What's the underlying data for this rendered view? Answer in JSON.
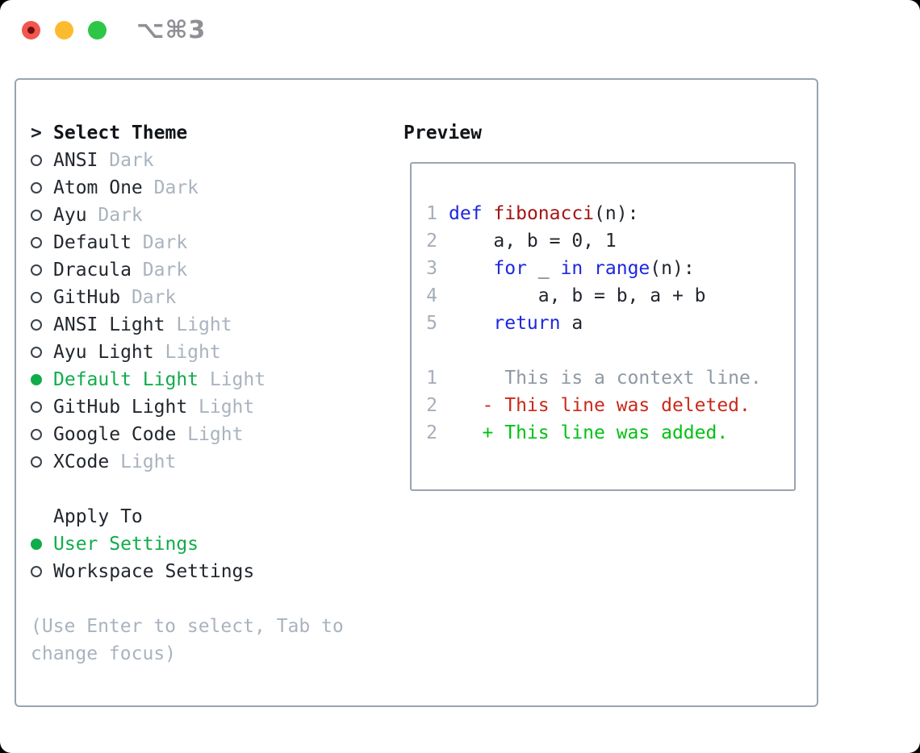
{
  "titlebar": {
    "title": "⌥⌘3",
    "lights": [
      {
        "name": "close",
        "color": "#f2564e",
        "dot_color": "#6d100d"
      },
      {
        "name": "minimize",
        "color": "#fcbb2f"
      },
      {
        "name": "zoom",
        "color": "#2ec646"
      }
    ]
  },
  "theme_list": {
    "rows": [
      {
        "marker": "prompt",
        "name": "Select Theme",
        "bold": true
      },
      {
        "marker": "open",
        "name": "ANSI",
        "suffix": "Dark"
      },
      {
        "marker": "open",
        "name": "Atom One",
        "suffix": "Dark"
      },
      {
        "marker": "open",
        "name": "Ayu",
        "suffix": "Dark"
      },
      {
        "marker": "open",
        "name": "Default",
        "suffix": "Dark"
      },
      {
        "marker": "open",
        "name": "Dracula",
        "suffix": "Dark"
      },
      {
        "marker": "open",
        "name": "GitHub",
        "suffix": "Dark"
      },
      {
        "marker": "open",
        "name": "ANSI Light",
        "suffix": "Light"
      },
      {
        "marker": "open",
        "name": "Ayu Light",
        "suffix": "Light"
      },
      {
        "marker": "filled",
        "name": "Default Light",
        "suffix": "Light",
        "selected": true
      },
      {
        "marker": "open",
        "name": "GitHub Light",
        "suffix": "Light"
      },
      {
        "marker": "open",
        "name": "Google Code",
        "suffix": "Light"
      },
      {
        "marker": "open",
        "name": "XCode",
        "suffix": "Light"
      },
      {
        "marker": "blank"
      },
      {
        "marker": "none",
        "name": "Apply To"
      },
      {
        "marker": "filled",
        "name": "User Settings",
        "selected": true
      },
      {
        "marker": "open",
        "name": "Workspace Settings"
      },
      {
        "marker": "blank"
      },
      {
        "text": "(Use Enter to select, Tab to"
      },
      {
        "text": "change focus)"
      }
    ]
  },
  "preview": {
    "label": "Preview",
    "lines": [
      {
        "ln": "1",
        "tokens": [
          [
            "def",
            "kw"
          ],
          [
            " ",
            "pl"
          ],
          [
            "fibonacci",
            "fn"
          ],
          [
            "(n):",
            "pl"
          ]
        ]
      },
      {
        "ln": "2",
        "tokens": [
          [
            "    a, b = 0, 1",
            "pl"
          ]
        ]
      },
      {
        "ln": "3",
        "tokens": [
          [
            "    ",
            "pl"
          ],
          [
            "for",
            "kw"
          ],
          [
            " _ ",
            "pl"
          ],
          [
            "in",
            "kw"
          ],
          [
            " ",
            "pl"
          ],
          [
            "range",
            "kw"
          ],
          [
            "(n):",
            "pl"
          ]
        ]
      },
      {
        "ln": "4",
        "tokens": [
          [
            "        a, b = b, a + b",
            "pl"
          ]
        ]
      },
      {
        "ln": "5",
        "tokens": [
          [
            "    ",
            "pl"
          ],
          [
            "return",
            "kw"
          ],
          [
            " a",
            "pl"
          ]
        ]
      },
      {
        "ln": "",
        "tokens": []
      },
      {
        "ln": "1",
        "tokens": [
          [
            "     This is a context line.",
            "ctx"
          ]
        ]
      },
      {
        "ln": "2",
        "tokens": [
          [
            "   - This line was deleted.",
            "del"
          ]
        ]
      },
      {
        "ln": "2",
        "tokens": [
          [
            "   + This line was added.",
            "add"
          ]
        ]
      }
    ]
  },
  "colors": {
    "accent_green": "#10ac4b",
    "muted": "#a9b3bf",
    "text": "#22272e",
    "border": "#9aa4b1",
    "keyword": "#1c27e0",
    "function": "#a31515",
    "deleted": "#c9291a",
    "added": "#02c112",
    "context": "#8f99a3",
    "line_number": "#a5aeb9",
    "title": "#8e9095"
  }
}
